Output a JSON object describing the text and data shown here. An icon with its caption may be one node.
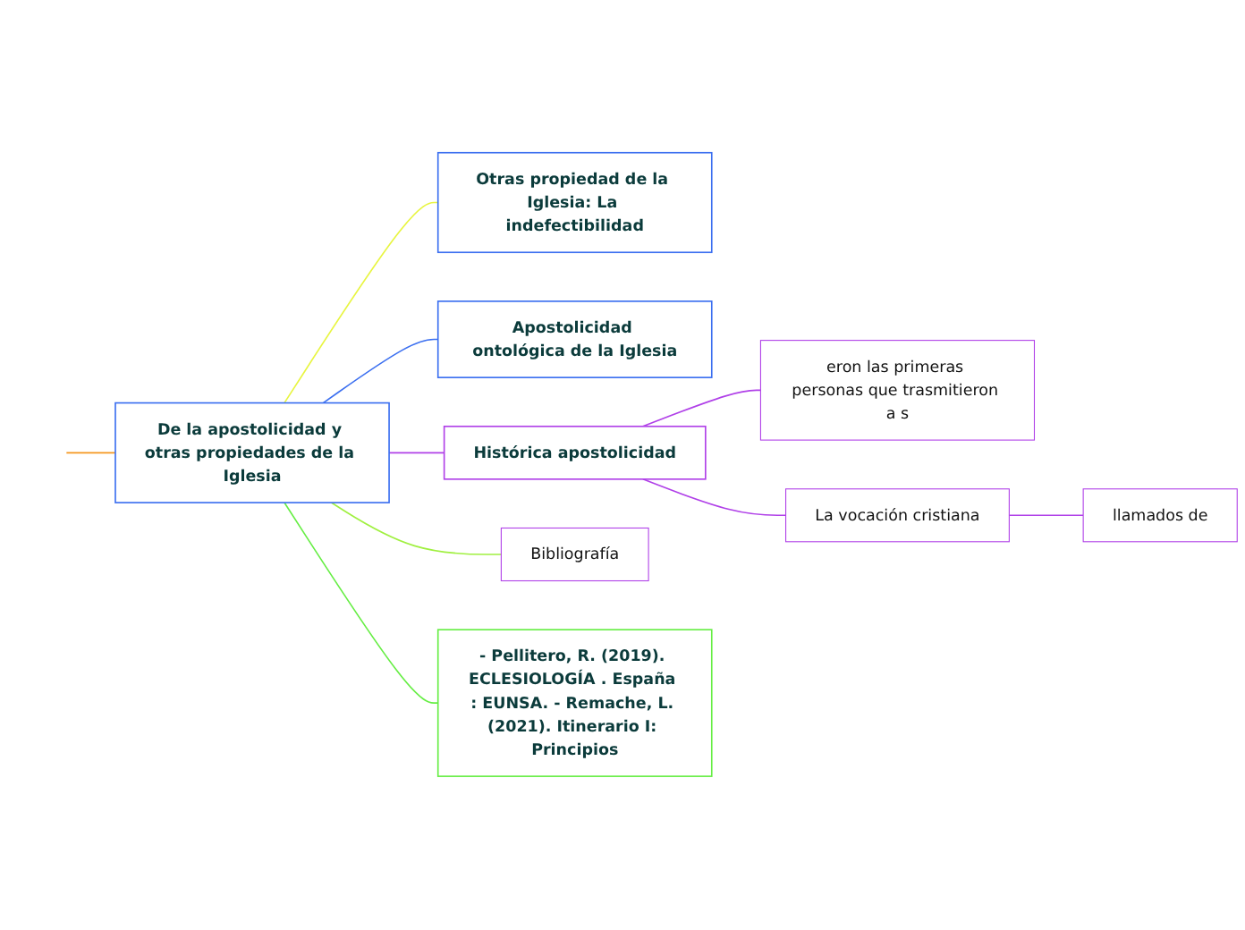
{
  "diagram": {
    "nodes": [
      {
        "text": [
          "De la apostolicidad y otras propiedades de la Iglesia"
        ]
      },
      {
        "text": [
          "Otras propiedad de la Iglesia: La indefectibilidad"
        ]
      },
      {
        "text": [
          "Apostolicidad ontológica de la Iglesia"
        ]
      },
      {
        "text": [
          "Histórica apostolicidad"
        ]
      },
      {
        "text": [
          "eron las primeras personas que trasmitieron a s"
        ]
      },
      {
        "text": [
          "La vocación cristiana"
        ]
      },
      {
        "text": [
          "llamados de"
        ]
      },
      {
        "text": [
          "Bibliografía"
        ]
      },
      {
        "text": [
          "- Pellitero, R. (2019). ECLESIOLOGÍA . España : EUNSA. - Remache, L. (2021). Itinerario I: Principios"
        ]
      }
    ],
    "edges": [
      {
        "from": null,
        "to": 0,
        "arrow": "none",
        "color": "#f5961e"
      },
      {
        "from": 0,
        "to": 1,
        "arrow": "none",
        "color": "#e8f540"
      },
      {
        "from": 0,
        "to": 2,
        "arrow": "none",
        "color": "#3b6ff0"
      },
      {
        "from": 0,
        "to": 3,
        "arrow": "none",
        "color": "#b040e8"
      },
      {
        "from": 3,
        "to": 4,
        "arrow": "none",
        "color": "#b040e8"
      },
      {
        "from": 3,
        "to": 5,
        "arrow": "none",
        "color": "#b040e8"
      },
      {
        "from": 5,
        "to": 6,
        "arrow": "none",
        "color": "#b040e8"
      },
      {
        "from": 0,
        "to": 7,
        "arrow": "none",
        "color": "#a0f040"
      },
      {
        "from": 0,
        "to": 8,
        "arrow": "none",
        "color": "#66ee44"
      }
    ]
  }
}
